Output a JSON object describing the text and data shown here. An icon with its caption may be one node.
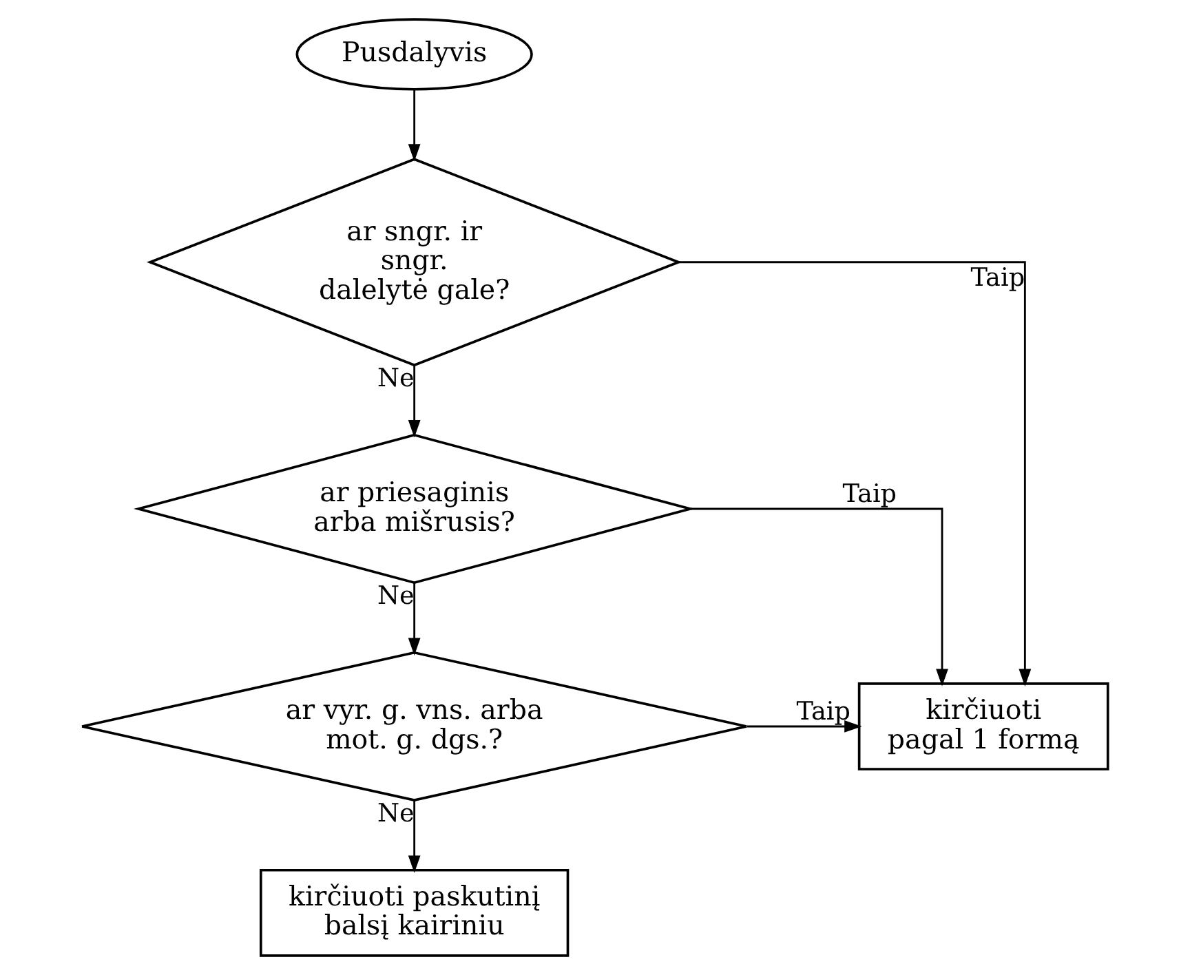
{
  "diagram": {
    "nodes": [
      {
        "text": [
          "Pusdalyvis"
        ]
      },
      {
        "text": [
          "ar sngr. ir sngr. dalelytė gale?"
        ]
      },
      {
        "text": [
          "ar priesaginis arba mišrusis?"
        ]
      },
      {
        "text": [
          "ar vyr. g. vns. arba mot. g. dgs.?"
        ]
      },
      {
        "text": [
          "kirčiuoti paskutinį balsį kairiniu"
        ]
      },
      {
        "text": [
          "kirčiuoti pagal 1 formą"
        ]
      }
    ],
    "edges": [
      {
        "from": 0,
        "to": 1,
        "arrow": "to"
      },
      {
        "from": 1,
        "to": 2,
        "arrow": "to",
        "label": "Ne"
      },
      {
        "from": 2,
        "to": 3,
        "arrow": "to",
        "label": "Ne"
      },
      {
        "from": 3,
        "to": 4,
        "arrow": "to",
        "label": "Ne"
      },
      {
        "from": 1,
        "to": 5,
        "arrow": "to",
        "label": "Taip"
      },
      {
        "from": 2,
        "to": 5,
        "arrow": "to",
        "label": "Taip"
      },
      {
        "from": 3,
        "to": 5,
        "arrow": "to",
        "label": "Taip"
      }
    ]
  }
}
